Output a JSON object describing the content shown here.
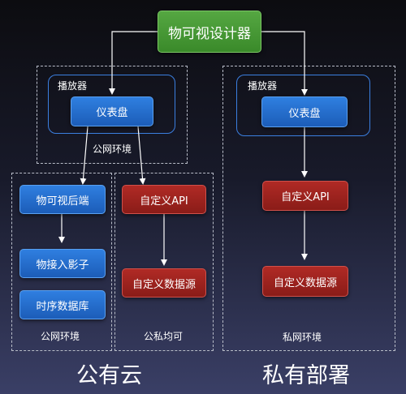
{
  "nodes": {
    "designer": "物可视设计器",
    "dashboard_public": "仪表盘",
    "dashboard_private": "仪表盘",
    "backend": "物可视后端",
    "shadow": "物接入影子",
    "tsdb": "时序数据库",
    "custom_api_mixed": "自定义API",
    "custom_source_mixed": "自定义数据源",
    "custom_api_private": "自定义API",
    "custom_source_private": "自定义数据源"
  },
  "labels": {
    "player_public": "播放器",
    "player_private": "播放器",
    "public_env_top": "公网环境",
    "public_env_bottom": "公网环境",
    "mixed_env": "公私均可",
    "private_env": "私网环境",
    "public_cloud": "公有云",
    "private_deploy": "私有部署"
  },
  "colors": {
    "designer": "#4a9a36",
    "blue_node": "#2565c8",
    "red_node": "#9a221e",
    "connector": "#ffffff",
    "dashed_border": "#b8bcc8",
    "player_border": "#3b7fe0"
  }
}
